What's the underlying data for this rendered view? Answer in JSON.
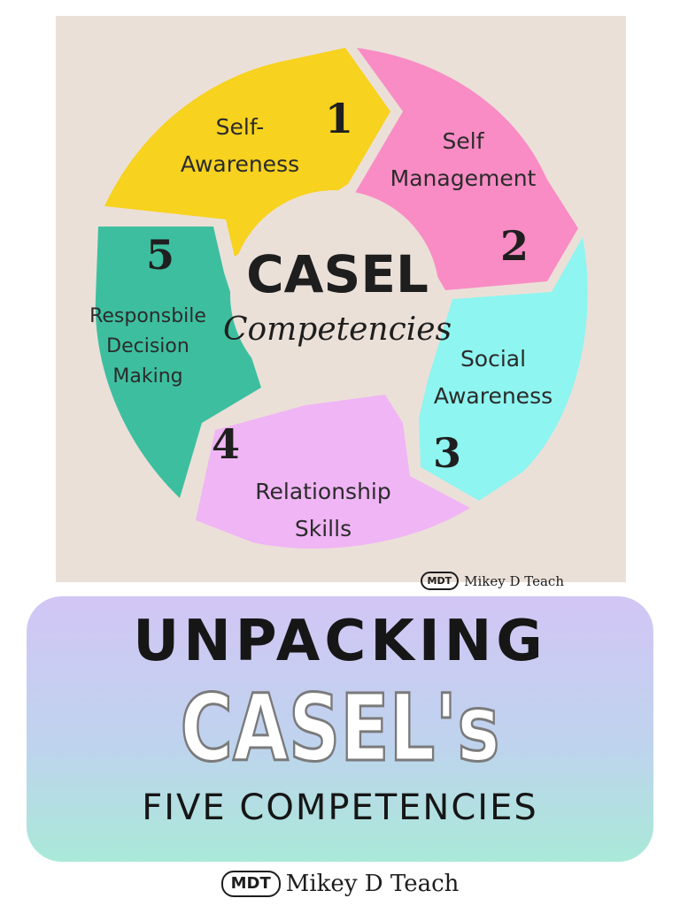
{
  "diagram": {
    "center_title": "CASEL",
    "center_subtitle": "Competencies",
    "segments": [
      {
        "number": "1",
        "line1": "Self-",
        "line2": "Awareness",
        "line3": "",
        "color": "#f7d21e"
      },
      {
        "number": "2",
        "line1": "Self",
        "line2": "Management",
        "line3": "",
        "color": "#f98cc4"
      },
      {
        "number": "3",
        "line1": "Social",
        "line2": "Awareness",
        "line3": "",
        "color": "#8ef5f0"
      },
      {
        "number": "4",
        "line1": "Relationship",
        "line2": "Skills",
        "line3": "",
        "color": "#f0b5f5"
      },
      {
        "number": "5",
        "line1": "Responsbile",
        "line2": "Decision",
        "line3": "Making",
        "color": "#3dbf9f"
      }
    ],
    "background": "#ebe0d8"
  },
  "brand": {
    "logo": "MDT",
    "name": "Mikey D Teach"
  },
  "banner": {
    "line1": "UNPACKING",
    "line2": "CASEL's",
    "line3": "FIVE COMPETENCIES"
  }
}
